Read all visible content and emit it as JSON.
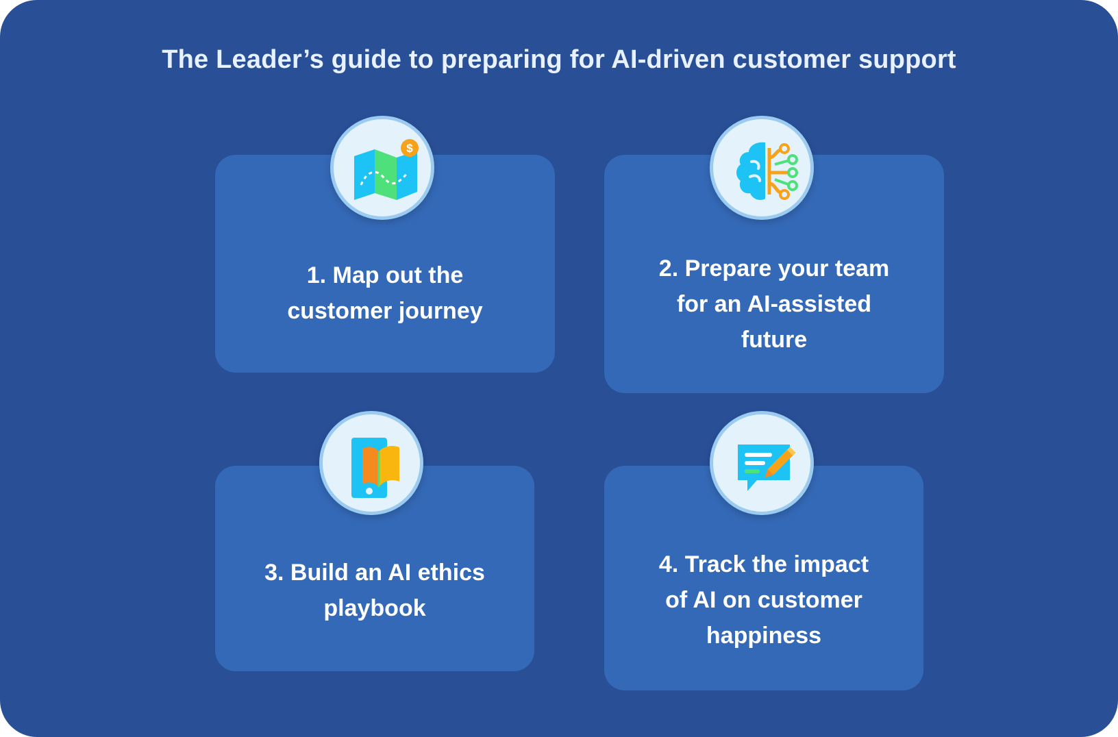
{
  "title": "The Leader’s guide to preparing for AI-driven customer support",
  "steps": [
    {
      "number": "1.",
      "lines": [
        "Map out the",
        "customer journey"
      ],
      "icon": "map-icon"
    },
    {
      "number": "2.",
      "lines": [
        "Prepare your team",
        "for an AI-assisted",
        "future"
      ],
      "icon": "brain-circuit-icon"
    },
    {
      "number": "3.",
      "lines": [
        "Build an AI ethics",
        "playbook"
      ],
      "icon": "ebook-icon"
    },
    {
      "number": "4.",
      "lines": [
        "Track the impact",
        "of AI on customer",
        "happiness"
      ],
      "icon": "feedback-pencil-icon"
    }
  ],
  "colors": {
    "background": "#294f97",
    "card": "#3469b7",
    "badge_fill": "#e4f2fc",
    "badge_ring": "#9bcbf0",
    "icon_blue": "#1cc3f4",
    "icon_green": "#4ee07a",
    "icon_orange": "#f7a21b"
  }
}
